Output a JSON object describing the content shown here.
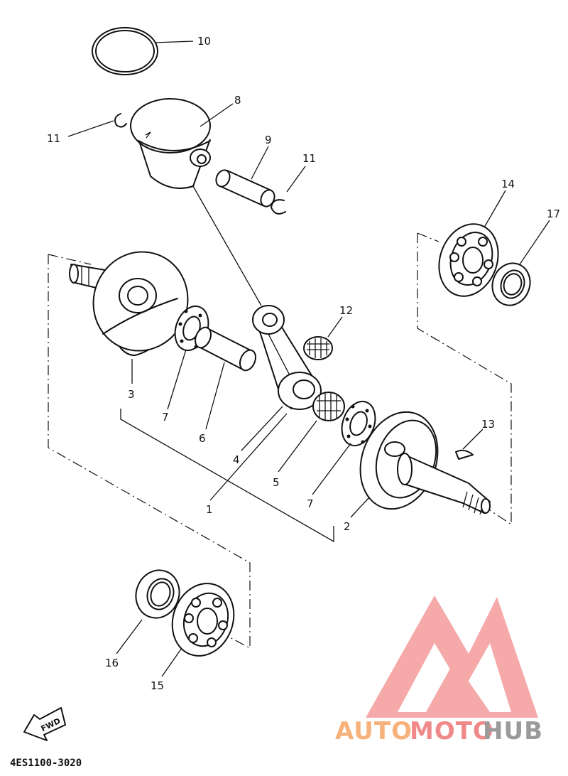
{
  "diagram": {
    "callouts": [
      "10",
      "8",
      "11",
      "9",
      "11",
      "14",
      "17",
      "12",
      "3",
      "7",
      "6",
      "4",
      "1",
      "5",
      "7",
      "2",
      "13",
      "16",
      "15"
    ],
    "part_code": "4ES1100-3020",
    "fwd_label": "FWD"
  },
  "watermark": {
    "brand_part1": "AUTO",
    "brand_part2": "MOTO",
    "brand_part3": "HUB",
    "colors": {
      "orange": "#f7b17a",
      "red": "#f08a8a",
      "gray": "#9a9a9a"
    }
  }
}
